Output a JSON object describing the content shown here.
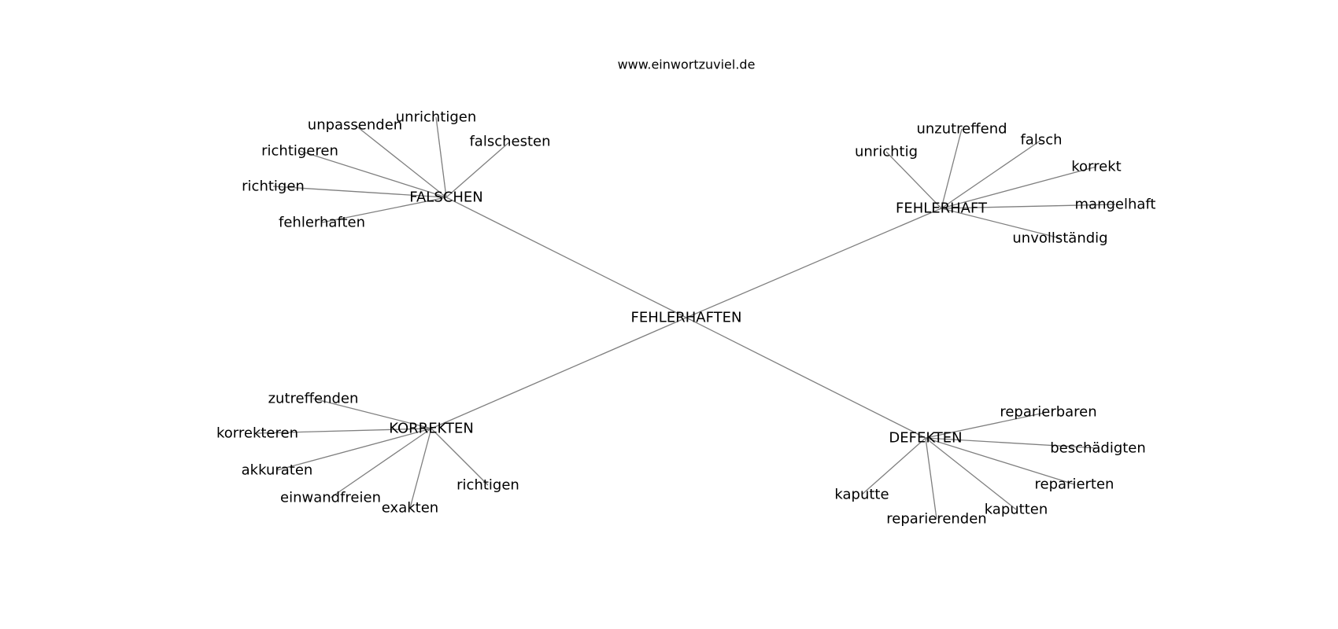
{
  "site_url": "www.einwortzuviel.de",
  "graph": {
    "root": "FEHLERHAFTEN",
    "clusters": [
      {
        "hub": "FALSCHEN",
        "leaves": [
          "unpassenden",
          "unrichtigen",
          "falschesten",
          "richtigeren",
          "richtigen",
          "fehlerhaften"
        ]
      },
      {
        "hub": "FEHLERHAFT",
        "leaves": [
          "unzutreffend",
          "falsch",
          "unrichtig",
          "korrekt",
          "mangelhaft",
          "unvollständig"
        ]
      },
      {
        "hub": "KORREKTEN",
        "leaves": [
          "zutreffenden",
          "korrekteren",
          "akkuraten",
          "einwandfreien",
          "exakten",
          "richtigen"
        ]
      },
      {
        "hub": "DEFEKTEN",
        "leaves": [
          "reparierbaren",
          "beschädigten",
          "reparierten",
          "kaputten",
          "reparierenden",
          "kaputte"
        ]
      }
    ]
  }
}
